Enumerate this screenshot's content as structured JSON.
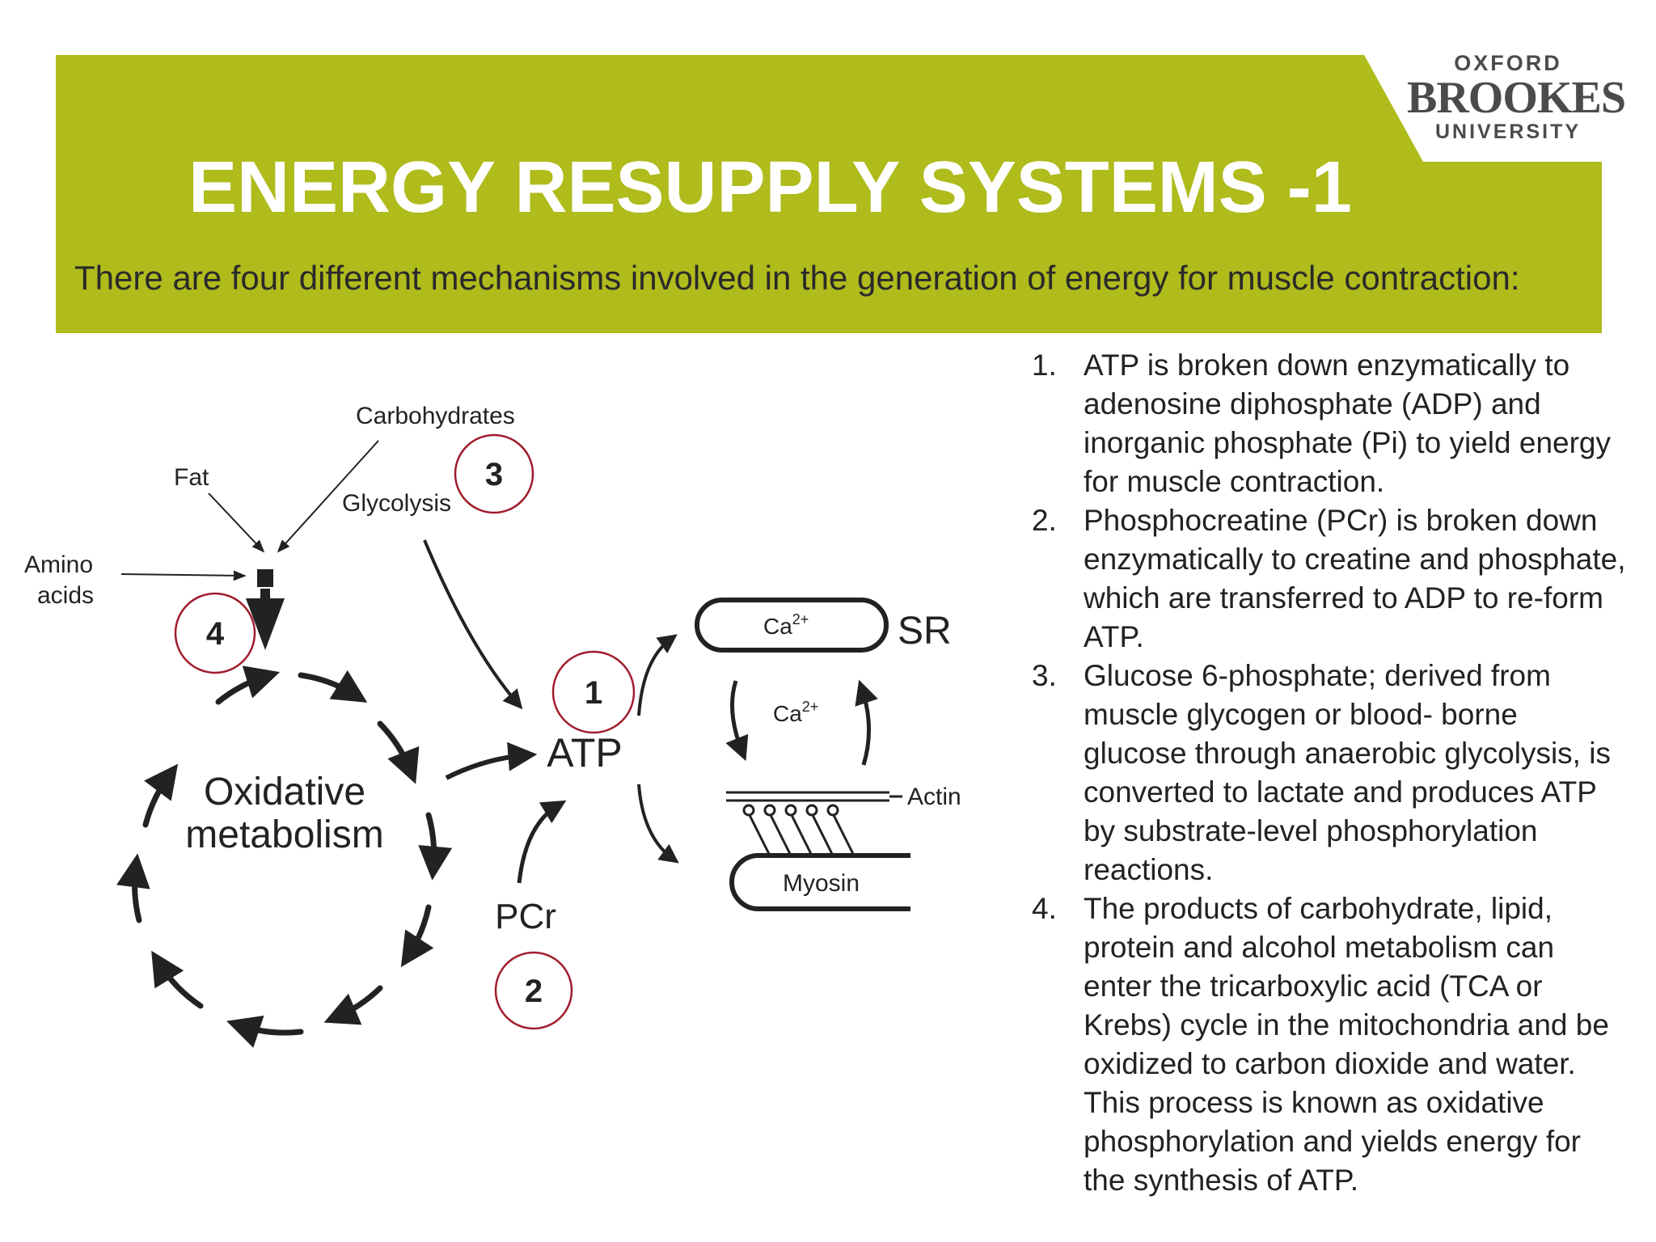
{
  "header": {
    "title": "ENERGY RESUPPLY SYSTEMS -1",
    "subtitle": "There are four different mechanisms involved in the generation of energy for muscle contraction:",
    "colors": {
      "banner": "#b0bb1c",
      "title": "#ffffff",
      "circle_marker": "#a01c2c"
    }
  },
  "logo": {
    "line1": "OXFORD",
    "line2": "BROOKES",
    "line3": "UNIVERSITY"
  },
  "diagram": {
    "labels": {
      "carbohydrates": "Carbohydrates",
      "fat": "Fat",
      "glycolysis": "Glycolysis",
      "amino": "Amino",
      "acids": "acids",
      "oxidative": "Oxidative",
      "metabolism": "metabolism",
      "atp": "ATP",
      "pcr": "PCr",
      "ca_top": "Ca",
      "ca_mid": "Ca",
      "ca_sup": "2+",
      "sr": "SR",
      "actin": "Actin",
      "myosin": "Myosin"
    },
    "markers": [
      "1",
      "2",
      "3",
      "4"
    ]
  },
  "mechanisms": [
    {
      "num": "1.",
      "text": "ATP is broken down enzymatically to adenosine diphosphate (ADP) and inorganic phosphate (Pi) to yield energy for muscle contraction."
    },
    {
      "num": "2.",
      "text": "Phosphocreatine (PCr) is broken down enzymatically to creatine and phosphate, which are transferred to ADP to re-form ATP."
    },
    {
      "num": "3.",
      "text": "Glucose 6-phosphate; derived from muscle glycogen or blood- borne glucose through anaerobic glycolysis, is converted to lactate and produces ATP by substrate-level phosphorylation reactions."
    },
    {
      "num": "4.",
      "text": "The products of carbohydrate, lipid, protein and alcohol metabolism can enter the tricarboxylic acid (TCA or Krebs) cycle in the mitochondria and be oxidized to carbon dioxide and water. This process is known as oxidative phosphorylation and yields energy for the synthesis of ATP."
    }
  ]
}
